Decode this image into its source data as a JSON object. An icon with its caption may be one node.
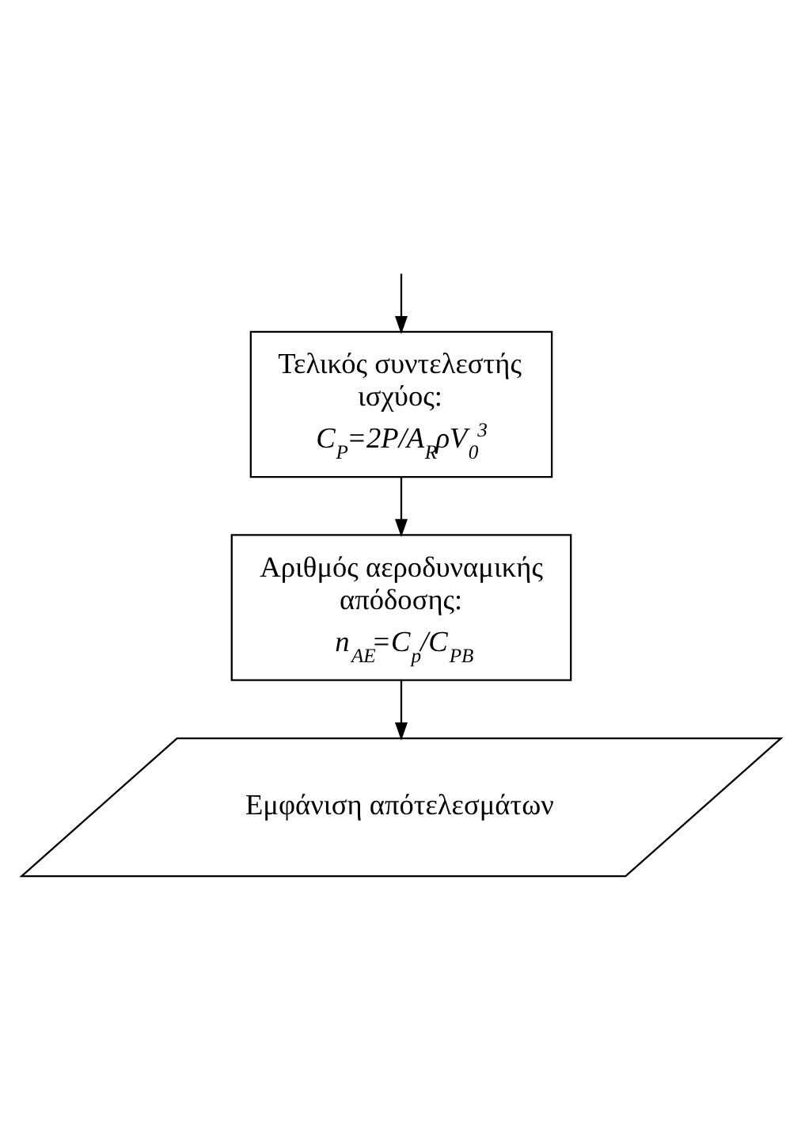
{
  "diagram": {
    "nodes": [
      {
        "text": [
          "Τελικός συντελεστής ισχύος:",
          "C$_{P}$=2P/A$_{R}$ρV$_{0}$$^{3}$"
        ]
      },
      {
        "text": [
          "Αριθμός αεροδυναμικής απόδοσης:",
          "n$_{AE}$=C$_{p}$/C$_{PB}$"
        ]
      },
      {
        "text": [
          "Εμφάνιση απότελεσμάτων"
        ]
      }
    ],
    "edges": [
      {
        "from": null,
        "to": 0,
        "arrow": "to"
      },
      {
        "from": 0,
        "to": 1,
        "arrow": "to"
      },
      {
        "from": 1,
        "to": 2,
        "arrow": "to"
      }
    ]
  }
}
